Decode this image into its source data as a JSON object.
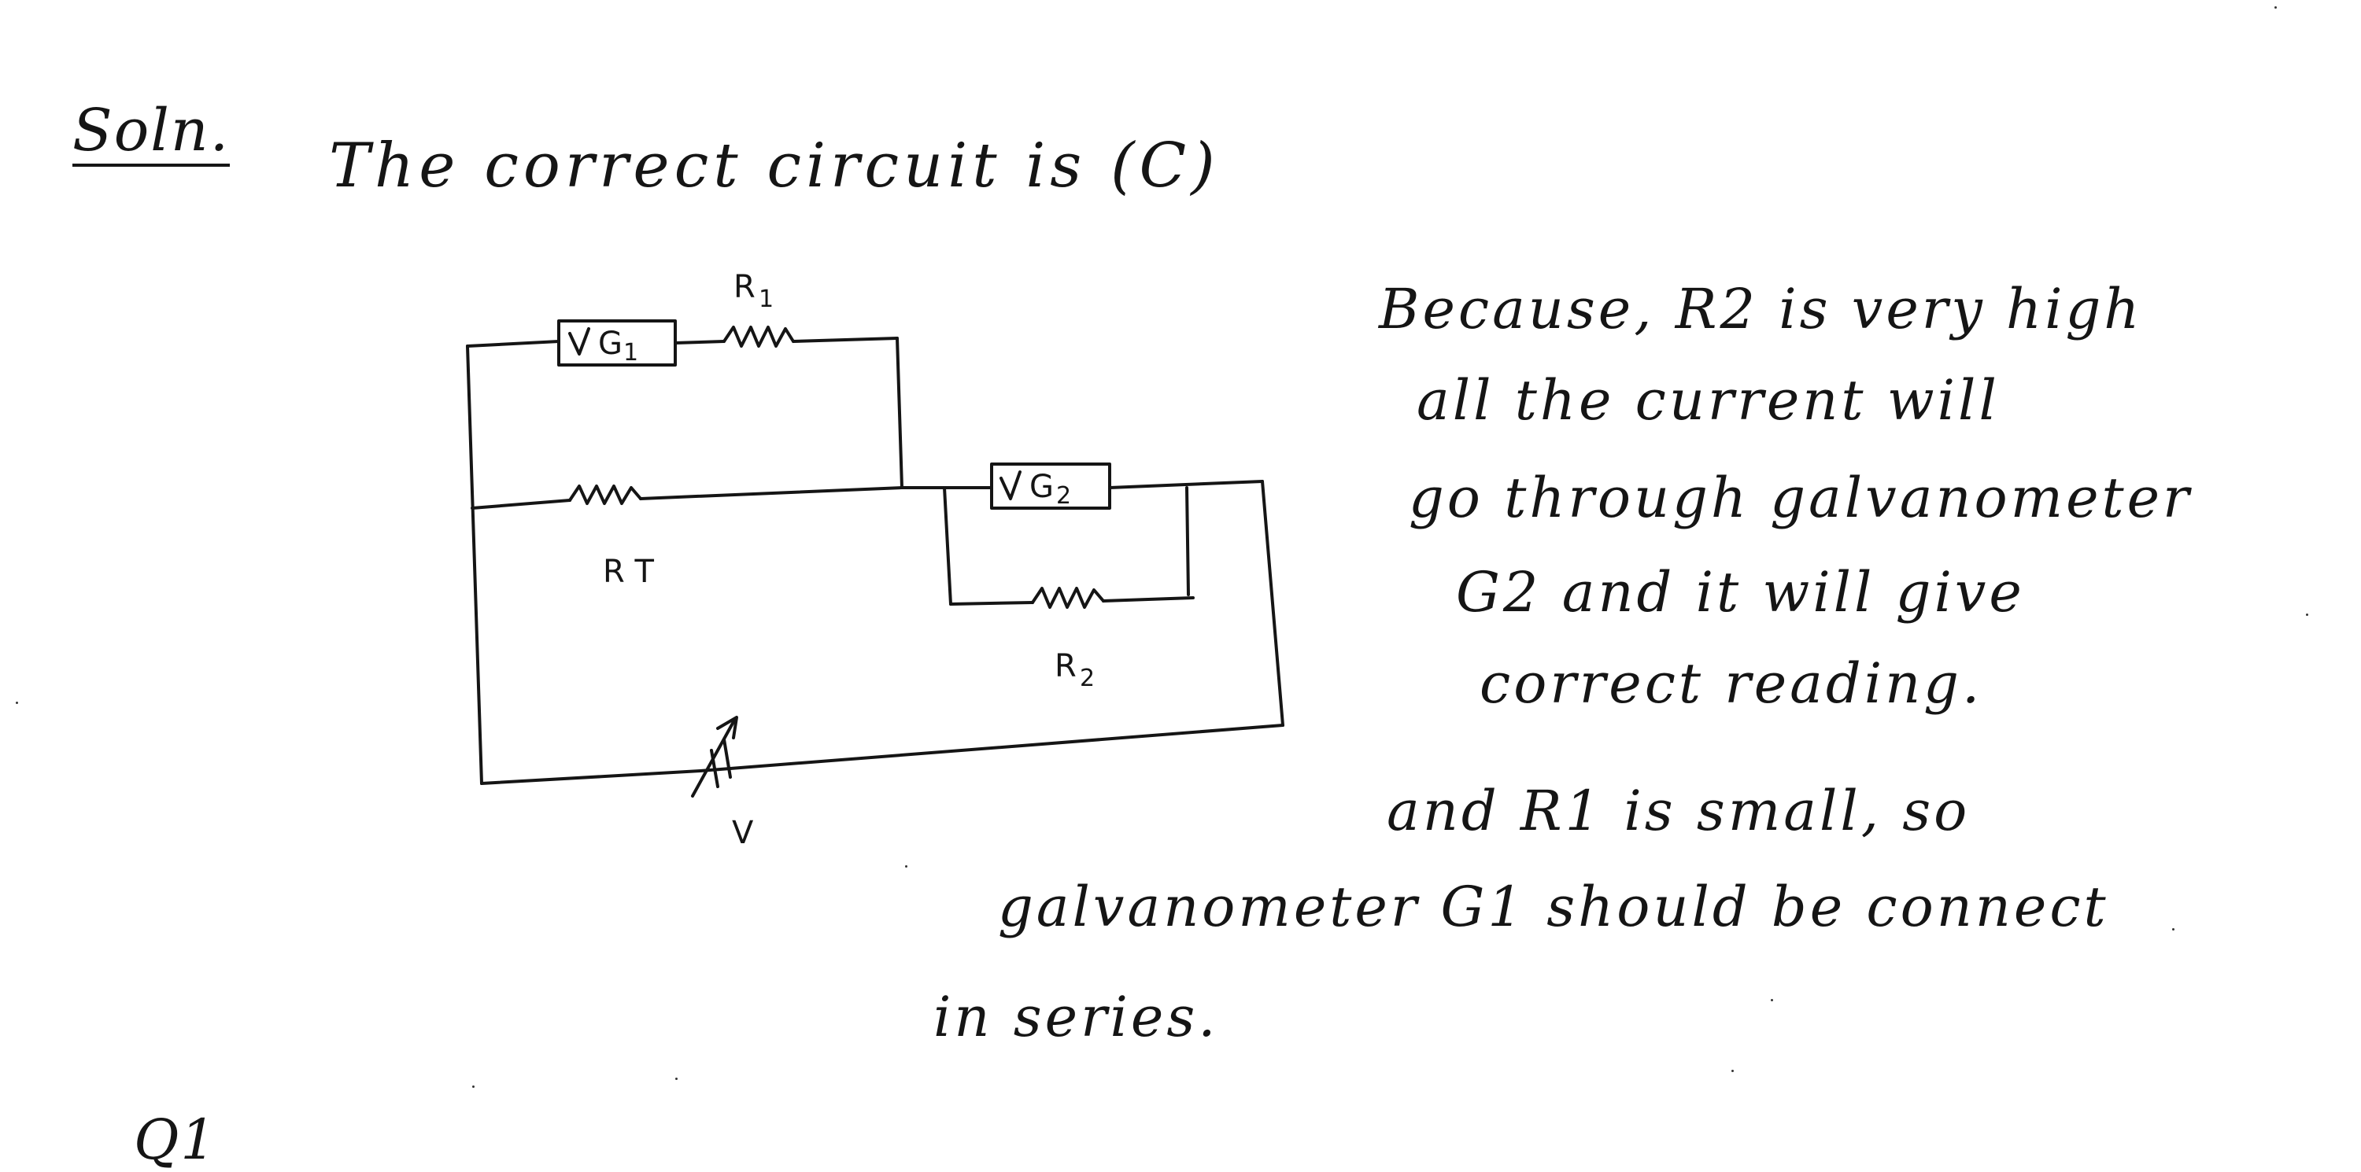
{
  "heading": {
    "label": "Soln.",
    "text": "The correct circuit is (C)"
  },
  "circuit": {
    "g1_label": "G",
    "g1_sub": "1",
    "r1_label": "R",
    "r1_sub": "1",
    "rt_label": "R T",
    "g2_label": "G",
    "g2_sub": "2",
    "r2_label": "R",
    "r2_sub": "2",
    "v_label": "V"
  },
  "explanation": [
    "Because, R2 is very high",
    "all the current will",
    "go through galvanometer",
    "G2 and it will give",
    "correct reading.",
    "and R1 is small, so",
    "galvanometer G1 should be connect",
    "in series."
  ],
  "partial_text": "Q1"
}
